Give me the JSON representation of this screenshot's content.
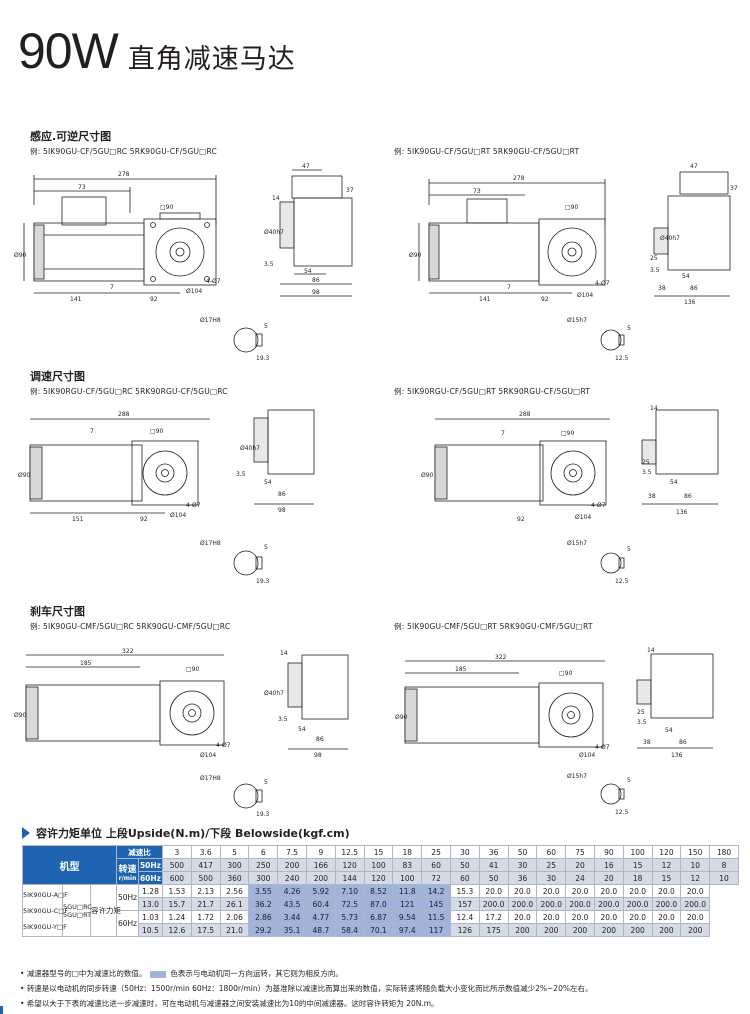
{
  "title": {
    "main": "90W",
    "sub": "直角减速马达"
  },
  "sections": [
    {
      "heading": "感应.可逆尺寸图",
      "example_left": "例: 5IK90GU-CF/5GU□RC  5RK90GU-CF/5GU□RC",
      "example_right": "例: 5IK90GU-CF/5GU□RT  5RK90GU-CF/5GU□RT"
    },
    {
      "heading": "调速尺寸图",
      "example_left": "例: 5IK90RGU-CF/5GU□RC  5RK90RGU-CF/5GU□RC",
      "example_right": "例: 5IK90RGU-CF/5GU□RT  5RK90RGU-CF/5GU□RT"
    },
    {
      "heading": "刹车尺寸图",
      "example_left": "例: 5IK90GU-CMF/5GU□RC  5RK90GU-CMF/5GU□RC",
      "example_right": "例: 5IK90GU-CMF/5GU□RT  5RK90GU-CMF/5GU□RT"
    }
  ],
  "dims": {
    "d278": "278",
    "d288": "288",
    "d322": "322",
    "d185": "185",
    "d73": "73",
    "sq90": "□90",
    "d141": "141",
    "d151": "151",
    "d7": "7",
    "d92": "92",
    "phi104": "Ø104",
    "hole": "4-Ø7",
    "phi90": "Ø90",
    "d47": "47",
    "d14": "14",
    "d37": "37",
    "d3_5": "3.5",
    "d25": "25",
    "d54": "54",
    "d86": "86",
    "d98": "98",
    "d38": "38",
    "d136": "136",
    "shaft_rc": "Ø17H8",
    "shaft_rt": "Ø15h7",
    "d5": "5",
    "d19_3": "19.3",
    "d12_5": "12.5",
    "bore_rc": "Ø40h7",
    "bore_rt": "Ø40h7"
  },
  "torque": {
    "section_title": "容许力矩单位 上段Upside(N.m)/下段 Belowside(kgf.cm)",
    "model_header": "机型",
    "ratio_label": "减速比",
    "speed_label": "转速",
    "speed_unit": "r/min",
    "hz50": "50Hz",
    "hz60": "60Hz",
    "allow_label": "容许力矩",
    "models": [
      "5IK90GU-A□F",
      "5IK90GU-C□F",
      "5IK90GU-Y□F"
    ],
    "gear_types": [
      "5GU□RC",
      "5GU□RT"
    ],
    "ratios": [
      "3",
      "3.6",
      "5",
      "6",
      "7.5",
      "9",
      "12.5",
      "15",
      "18",
      "25",
      "30",
      "36",
      "50",
      "60",
      "75",
      "90",
      "100",
      "120",
      "150",
      "180"
    ],
    "speed50": [
      "500",
      "417",
      "300",
      "250",
      "200",
      "166",
      "120",
      "100",
      "83",
      "60",
      "50",
      "41",
      "30",
      "25",
      "20",
      "16",
      "15",
      "12",
      "10",
      "8"
    ],
    "speed60": [
      "600",
      "500",
      "360",
      "300",
      "240",
      "200",
      "144",
      "120",
      "100",
      "72",
      "60",
      "50",
      "36",
      "30",
      "24",
      "20",
      "18",
      "15",
      "12",
      "10"
    ],
    "rows": [
      [
        "1.28",
        "1.53",
        "2.13",
        "2.56",
        "3.55",
        "4.26",
        "5.92",
        "7.10",
        "8.52",
        "11.8",
        "14.2",
        "15.3",
        "20.0",
        "20.0",
        "20.0",
        "20.0",
        "20.0",
        "20.0",
        "20.0",
        "20.0"
      ],
      [
        "13.0",
        "15.7",
        "21.7",
        "26.1",
        "36.2",
        "43.5",
        "60.4",
        "72.5",
        "87.0",
        "121",
        "145",
        "157",
        "200.0",
        "200.0",
        "200.0",
        "200.0",
        "200.0",
        "200.0",
        "200.0",
        "200.0"
      ],
      [
        "1.03",
        "1.24",
        "1.72",
        "2.06",
        "2.86",
        "3.44",
        "4.77",
        "5.73",
        "6.87",
        "9.54",
        "11.5",
        "12.4",
        "17.2",
        "20.0",
        "20.0",
        "20.0",
        "20.0",
        "20.0",
        "20.0",
        "20.0"
      ],
      [
        "10.5",
        "12.6",
        "17.5",
        "21.0",
        "29.2",
        "35.1",
        "48.7",
        "58.4",
        "70.1",
        "97.4",
        "117",
        "126",
        "175",
        "200",
        "200",
        "200",
        "200",
        "200",
        "200",
        "200"
      ]
    ]
  },
  "notes": [
    "减速器型号的□中为减速比的数值。",
    "色表示与电动机同一方向运转，其它则为相反方向。",
    "转速是以电动机的同步转速（50Hz：1500r/min 60Hz：1800r/min）为基准除以减速比而算出来的数值，实际转速将随负载大小变化而比所示数值减少2%~20%左右。",
    "希望以大于下表的减速比进一步减速时，可在电动机与减速器之间安装减速比为10的中间减速器。这时容许转矩为 20N.m。"
  ],
  "colors": {
    "accent": "#1f64b0",
    "same_dir": "#9fb3dc",
    "grid": "#d5dae7"
  }
}
